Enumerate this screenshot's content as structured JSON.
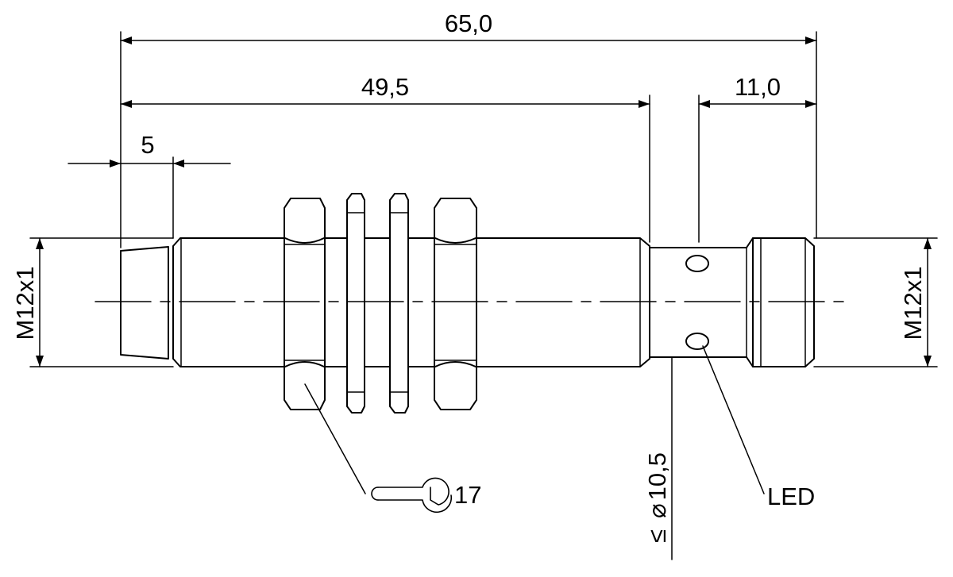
{
  "colors": {
    "line": "#000000",
    "background": "#ffffff"
  },
  "dimensions": {
    "overall_length": "65,0",
    "housing_length": "49,5",
    "connector_length": "11,0",
    "sensing_face_length": "5",
    "thread_left": "M12x1",
    "thread_right": "M12x1",
    "diameter_prefix": "≤",
    "diameter_symbol": "⌀",
    "diameter_value": "10,5"
  },
  "labels": {
    "wrench_size": "17",
    "led": "LED"
  },
  "icons": {
    "wrench": "wrench-icon",
    "diameter": "diameter-symbol-icon"
  }
}
